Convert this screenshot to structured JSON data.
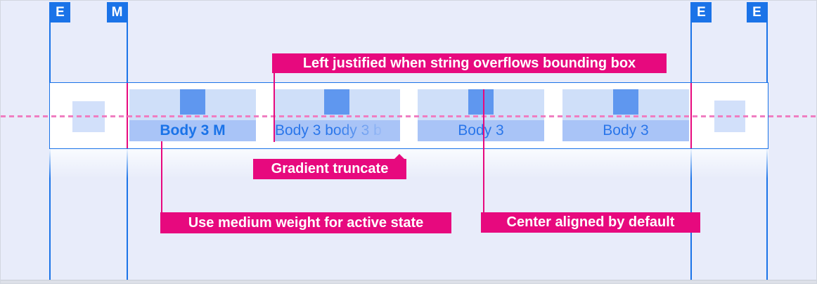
{
  "palette": {
    "background": "#e8ecfa",
    "guide_blue": "#1a73e8",
    "band_light_blue": "#cfdff9",
    "band_medium_blue": "#a9c4f7",
    "icon_blue": "#5f97ef",
    "accent_magenta": "#e7097e",
    "dash_pink": "#ef7ec1",
    "label_text_blue": "#2a76ea",
    "bar_background": "#ffffff"
  },
  "margin_markers": [
    {
      "label": "E"
    },
    {
      "label": "M"
    },
    {
      "label": "E"
    },
    {
      "label": "E"
    }
  ],
  "tab_bar": {
    "tabs": [
      {
        "label": "Body 3 M",
        "state": "active",
        "alignment": "center",
        "weight": "medium"
      },
      {
        "label": "Body 3 body 3 b",
        "state": "default",
        "alignment": "left",
        "truncation": "gradient"
      },
      {
        "label": "Body 3",
        "state": "default",
        "alignment": "center"
      },
      {
        "label": "Body 3",
        "state": "default",
        "alignment": "center"
      }
    ]
  },
  "annotations": {
    "left_justified": "Left justified when string overflows bounding box",
    "gradient_truncate": "Gradient truncate",
    "medium_weight": "Use medium weight for active state",
    "center_aligned": "Center aligned by default"
  }
}
